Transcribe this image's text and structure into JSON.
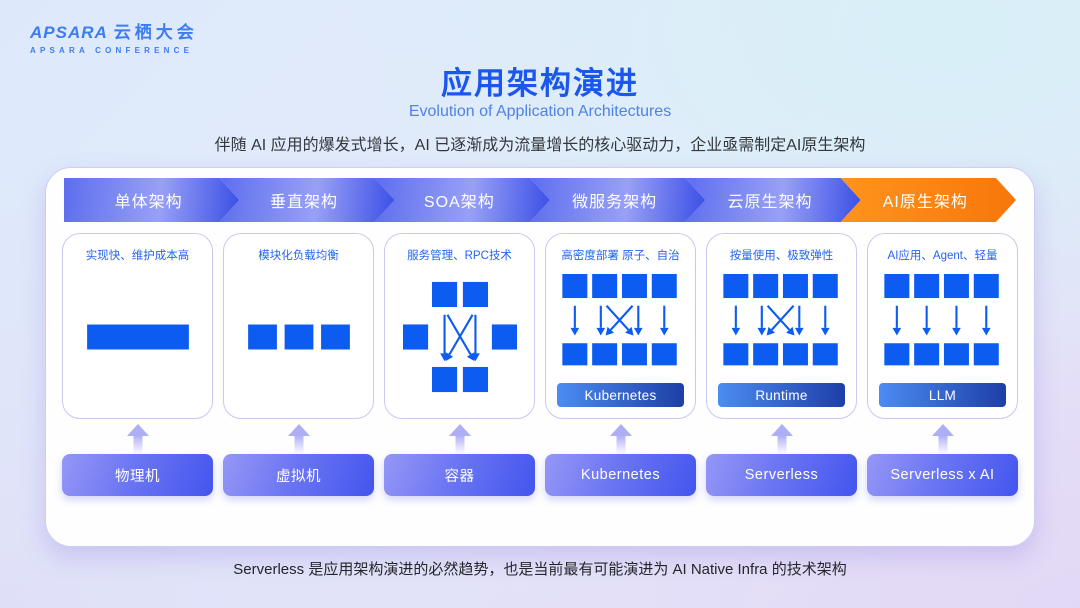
{
  "logo": {
    "brand": "APSARA",
    "brand_cn": "云栖大会",
    "subtitle": "APSARA CONFERENCE"
  },
  "header": {
    "title": "应用架构演进",
    "subtitle": "Evolution of Application Architectures",
    "description": "伴随 AI 应用的爆发式增长，AI 已逐渐成为流量增长的核心驱动力，企业亟需制定AI原生架构"
  },
  "stages": [
    {
      "arrow_label": "单体架构",
      "arrow_style": "blue",
      "feature": "实现快、维护成本高",
      "diagram": "monolith",
      "platform": null,
      "infra_label": "物理机"
    },
    {
      "arrow_label": "垂直架构",
      "arrow_style": "blue",
      "feature": "模块化负载均衡",
      "diagram": "modules",
      "platform": null,
      "infra_label": "虚拟机"
    },
    {
      "arrow_label": "SOA架构",
      "arrow_style": "blue",
      "feature": "服务管理、RPC技术",
      "diagram": "soa",
      "platform": null,
      "infra_label": "容器"
    },
    {
      "arrow_label": "微服务架构",
      "arrow_style": "blue",
      "feature": "高密度部署 原子、自治",
      "diagram": "gridCross",
      "platform": "Kubernetes",
      "infra_label": "Kubernetes"
    },
    {
      "arrow_label": "云原生架构",
      "arrow_style": "blue",
      "feature": "按量使用、极致弹性",
      "diagram": "gridCross",
      "platform": "Runtime",
      "infra_label": "Serverless"
    },
    {
      "arrow_label": "AI原生架构",
      "arrow_style": "orange",
      "feature": "AI应用、Agent、轻量",
      "diagram": "gridStraight",
      "platform": "LLM",
      "infra_label": "Serverless x AI"
    }
  ],
  "footer": {
    "caption": "Serverless 是应用架构演进的必然趋势，也是当前最有可能演进为 AI Native Infra 的技术架构"
  },
  "colors": {
    "block_blue": "#0c5cf2",
    "title_blue": "#1b57ef",
    "arrow_orange": "#f7760a",
    "platform_bar_start": "#4c8cf2",
    "platform_bar_end": "#1d3fa6"
  }
}
